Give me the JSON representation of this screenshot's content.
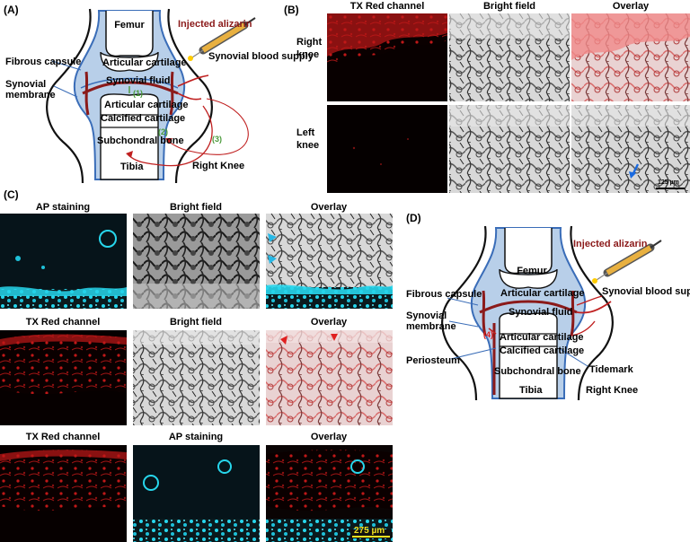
{
  "colors": {
    "bone_blue": "#3a6db8",
    "capsule_fill": "#b8cfe9",
    "synovium_red": "#8b1a1a",
    "green_num": "#4a9a3a",
    "tx_red": "#e02020",
    "ap_cyan": "#22d0e6",
    "overlay_pink": "#f1a0a0",
    "scale_yellow": "#f0e020"
  },
  "panel_a": {
    "letter": "(A)",
    "femur": "Femur",
    "articular_top": "Articular cartilage",
    "synovial_fluid": "Synovial fluid",
    "articular_bottom": "Articular cartilage",
    "calcified": "Calcified cartilage",
    "subchondral": "Subchondral bone",
    "tibia": "Tibia",
    "right_knee": "Right Knee",
    "fibrous_capsule": "Fibrous capsule",
    "synovial_membrane": "Synovial\nmembrane",
    "injected": "Injected alizarin",
    "blood_supply": "Synovial blood supply",
    "num1": "(1)",
    "num2": "(2)",
    "num3": "(3)"
  },
  "panel_b": {
    "letter": "(B)",
    "col1": "TX Red channel",
    "col2": "Bright field",
    "col3": "Overlay",
    "row1": "Right\nknee",
    "row2": "Left\nknee",
    "scale": "125 µm"
  },
  "panel_c": {
    "letter": "(C)",
    "row1": [
      "AP staining",
      "Bright field",
      "Overlay"
    ],
    "row2": [
      "TX Red channel",
      "Bright field",
      "Overlay"
    ],
    "row3": [
      "TX Red channel",
      "AP staining",
      "Overlay"
    ],
    "scale": "275 µm"
  },
  "panel_d": {
    "letter": "(D)",
    "femur": "Femur",
    "articular_top": "Articular cartilage",
    "synovial_fluid": "Synovial fluid",
    "articular_bottom": "Articular cartilage",
    "calcified": "Calcified cartilage",
    "subchondral": "Subchondral bone",
    "tibia": "Tibia",
    "right_knee": "Right Knee",
    "fibrous_capsule": "Fibrous capsule",
    "synovial_membrane": "Synovial\nmembrane",
    "periosteum": "Periosteum",
    "tidemark": "Tidemark",
    "injected": "Injected alizarin",
    "blood_supply": "Synovial blood supply",
    "num4": "(4)"
  }
}
